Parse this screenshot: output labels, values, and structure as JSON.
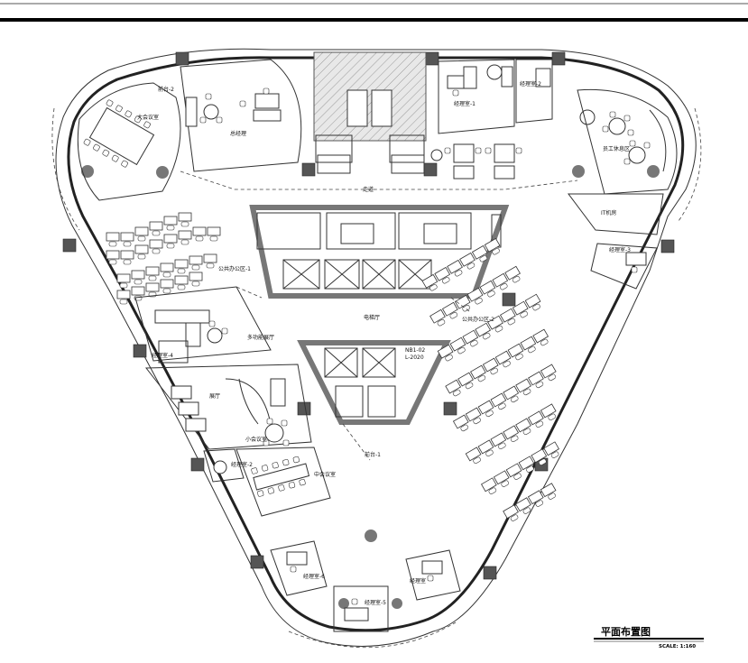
{
  "rooms": {
    "large_meeting": "大会议室",
    "reception": "前台-2",
    "ceo_office": "总经理",
    "manager_1": "经理室-1",
    "manager_2": "经理室-2",
    "staff_lounge": "员工休息区",
    "corridor": "走道",
    "it_room": "IT机房",
    "manager_3": "经理室-3",
    "open_office_1": "公共办公区-1",
    "open_office_2": "公共办公区-2",
    "elevator_hall": "电梯厅",
    "multi_func": "多功能展厅",
    "hall": "展厅",
    "manager_4": "经理室-4",
    "small_meeting": "小会议室",
    "manager_2b": "经理室-2",
    "mid_meeting": "中会议室",
    "front_desk": "前台-1",
    "manager_6": "经理室-6",
    "manager_5": "经理室-5",
    "manager_5b": "经理室",
    "core_code": "NB1-02",
    "core_code2": "L-2020"
  },
  "title": "平面布置图",
  "scale": "SCALE: 1:160"
}
